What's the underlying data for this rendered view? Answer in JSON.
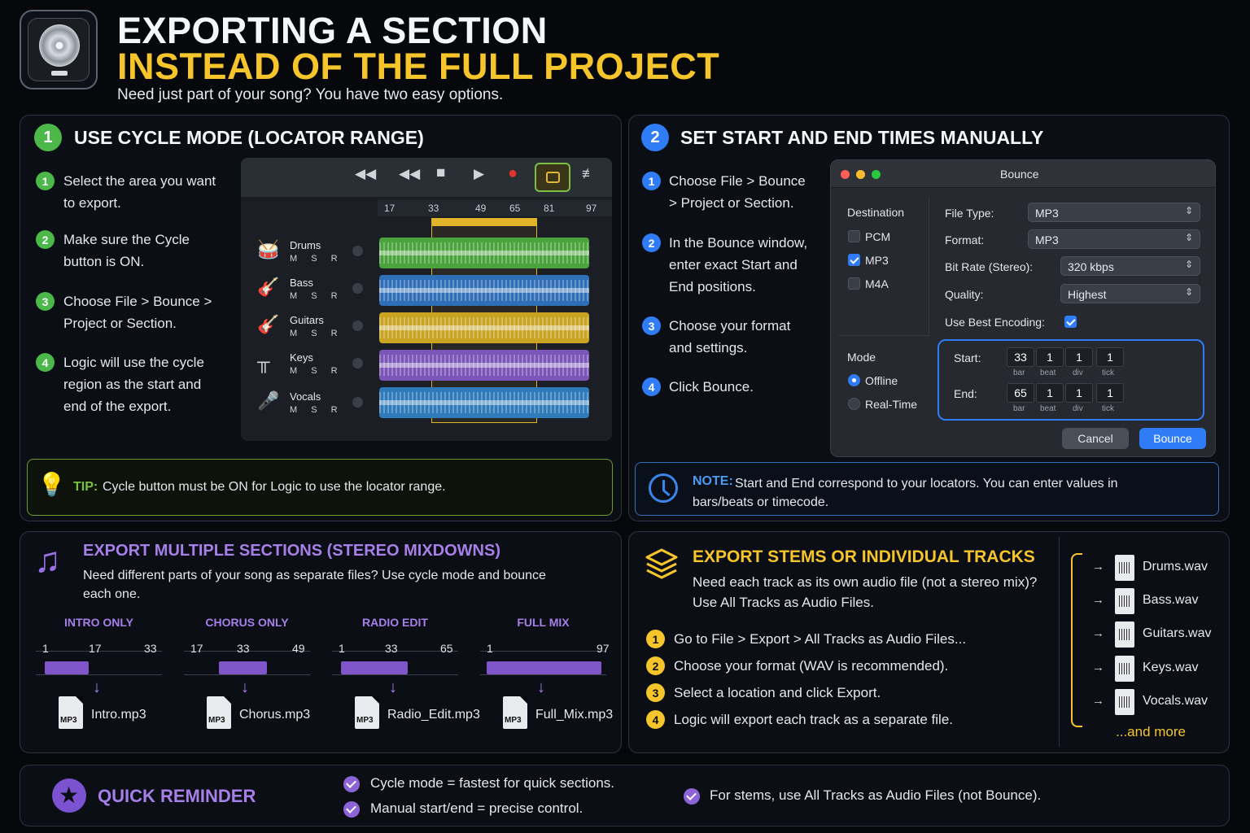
{
  "header": {
    "title_line1": "EXPORTING A SECTION",
    "title_line2": "INSTEAD OF THE FULL PROJECT",
    "subtitle": "Need just part of your song? You have two easy options."
  },
  "colors": {
    "accent_yellow": "#f6c42b",
    "green": "#4cb84a",
    "blue": "#2f7cf6",
    "purple": "#8d64d8"
  },
  "section1": {
    "num": "1",
    "title": "USE CYCLE MODE (LOCATOR RANGE)",
    "steps": [
      {
        "num": "1",
        "text": "Select the area you want\nto export."
      },
      {
        "num": "2",
        "text": "Make sure the Cycle\nbutton is ON."
      },
      {
        "num": "3",
        "text": "Choose File > Bounce >\nProject or Section."
      },
      {
        "num": "4",
        "text": "Logic will use the cycle\nregion as the start and\nend of the export."
      }
    ],
    "daw": {
      "ruler": [
        "17",
        "33",
        "49",
        "65",
        "81",
        "97"
      ],
      "tracks": [
        {
          "name": "Drums",
          "ms": "M S R",
          "color": "#4aa33c",
          "icon": "drum-icon"
        },
        {
          "name": "Bass",
          "ms": "M S R",
          "color": "#2f6fb8",
          "icon": "bass-guitar-icon"
        },
        {
          "name": "Guitars",
          "ms": "M S R",
          "color": "#c9a322",
          "icon": "guitar-icon"
        },
        {
          "name": "Keys",
          "ms": "M S R",
          "color": "#7b56b8",
          "icon": "keyboard-icon"
        },
        {
          "name": "Vocals",
          "ms": "M S R",
          "color": "#2f7ab8",
          "icon": "microphone-icon"
        }
      ]
    },
    "tip_label": "TIP:",
    "tip_text": "Cycle button must be ON for Logic to use the locator range."
  },
  "section2": {
    "num": "2",
    "title": "SET START AND END TIMES MANUALLY",
    "steps": [
      {
        "num": "1",
        "text": "Choose File > Bounce\n> Project or Section."
      },
      {
        "num": "2",
        "text": "In the Bounce window,\nenter exact Start and\nEnd positions."
      },
      {
        "num": "3",
        "text": "Choose your format\nand settings."
      },
      {
        "num": "4",
        "text": "Click Bounce."
      }
    ],
    "dialog": {
      "title": "Bounce",
      "destination_label": "Destination",
      "destinations": [
        {
          "label": "PCM",
          "checked": false
        },
        {
          "label": "MP3",
          "checked": true
        },
        {
          "label": "M4A",
          "checked": false
        }
      ],
      "mode_label": "Mode",
      "modes": [
        {
          "label": "Offline",
          "selected": true
        },
        {
          "label": "Real-Time",
          "selected": false
        }
      ],
      "file_type_label": "File Type:",
      "file_type": "MP3",
      "format_label": "Format:",
      "format": "MP3",
      "bitrate_label": "Bit Rate (Stereo):",
      "bitrate": "320 kbps",
      "quality_label": "Quality:",
      "quality": "Highest",
      "encoding_label": "Use Best Encoding:",
      "start_label": "Start:",
      "start": [
        "33",
        "1",
        "1",
        "1"
      ],
      "end_label": "End:",
      "end": [
        "65",
        "1",
        "1",
        "1"
      ],
      "units": [
        "bar",
        "beat",
        "div",
        "tick"
      ],
      "cancel": "Cancel",
      "bounce": "Bounce"
    },
    "note_label": "NOTE:",
    "note_text": "Start and End correspond to your locators. You can enter values in\nbars/beats or timecode."
  },
  "section3": {
    "title": "EXPORT MULTIPLE SECTIONS (STEREO MIXDOWNS)",
    "desc": "Need different parts of your song as separate files? Use cycle mode and bounce\neach one.",
    "segments": [
      {
        "label": "INTRO ONLY",
        "ticks": [
          "1",
          "17",
          "33"
        ],
        "file": "Intro.mp3",
        "start": 0.07,
        "end": 0.42
      },
      {
        "label": "CHORUS ONLY",
        "ticks": [
          "17",
          "33",
          "49"
        ],
        "file": "Chorus.mp3",
        "start": 0.28,
        "end": 0.66
      },
      {
        "label": "RADIO EDIT",
        "ticks": [
          "1",
          "33",
          "65"
        ],
        "file": "Radio_Edit.mp3",
        "start": 0.07,
        "end": 0.6
      },
      {
        "label": "FULL MIX",
        "ticks": [
          "1",
          "97"
        ],
        "file": "Full_Mix.mp3",
        "start": 0.05,
        "end": 0.96
      }
    ],
    "file_badge": "MP3"
  },
  "section4": {
    "title": "EXPORT STEMS OR INDIVIDUAL TRACKS",
    "desc": "Need each track as its own audio file (not a stereo mix)?\nUse All Tracks as Audio Files.",
    "steps": [
      {
        "num": "1",
        "text": "Go to File > Export > All Tracks as Audio Files..."
      },
      {
        "num": "2",
        "text": "Choose your format (WAV is recommended)."
      },
      {
        "num": "3",
        "text": "Select a location and click Export."
      },
      {
        "num": "4",
        "text": "Logic will export each track as a separate file."
      }
    ],
    "files": [
      "Drums.wav",
      "Bass.wav",
      "Guitars.wav",
      "Keys.wav",
      "Vocals.wav"
    ],
    "more": "...and more"
  },
  "reminder": {
    "title": "QUICK REMINDER",
    "items": [
      "Cycle mode = fastest for quick sections.",
      "Manual start/end = precise control.",
      "For stems, use All Tracks as Audio Files (not Bounce)."
    ]
  }
}
